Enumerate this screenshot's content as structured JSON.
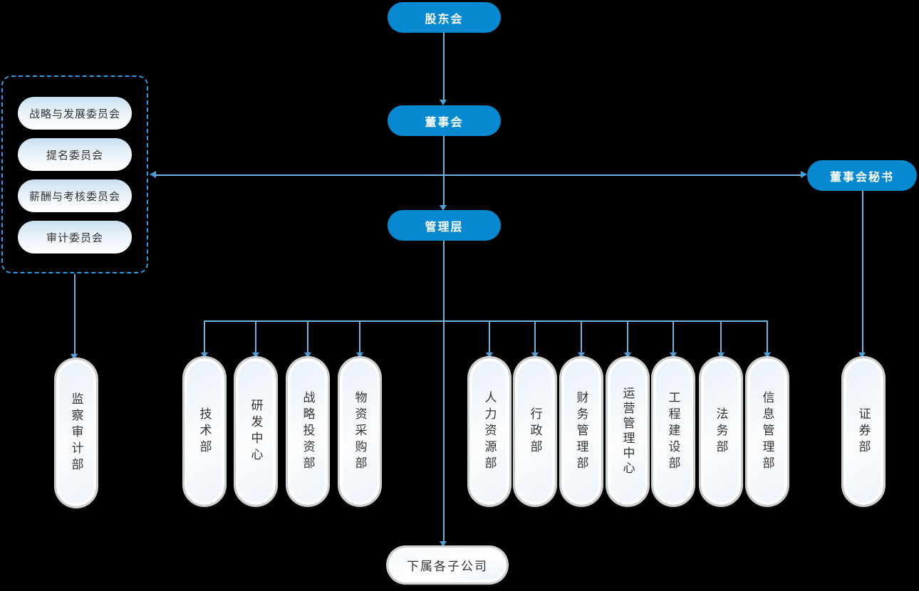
{
  "diagram": {
    "type": "org-chart",
    "nodes": {
      "shareholders": "股东会",
      "board": "董事会",
      "management": "管理层",
      "board_secretary": "董事会秘书",
      "subsidiaries": "下属各子公司"
    },
    "committees": [
      "战略与发展委员会",
      "提名委员会",
      "薪酬与考核委员会",
      "审计委员会"
    ],
    "departments": [
      "监察审计部",
      "技术部",
      "研发中心",
      "战略投资部",
      "物资采购部",
      "人力资源部",
      "行政部",
      "财务管理部",
      "运营管理中心",
      "工程建设部",
      "法务部",
      "信息管理部",
      "证券部"
    ],
    "edges": [
      "股东会 -> 董事会",
      "董事会 -> 管理层",
      "委员会组 <-> 董事会秘书 (double arrow through 董事会 line)",
      "委员会组 -> 监察审计部",
      "董事会秘书 -> 证券部",
      "管理层 -> 技术部/研发中心/战略投资部/物资采购部/人力资源部/行政部/财务管理部/运营管理中心/工程建设部/法务部/信息管理部",
      "管理层 -> 下属各子公司"
    ],
    "colors": {
      "node_blue": "#0689d1",
      "connector_blue": "#6fb3e2",
      "arrow_blue": "#4d9fd8",
      "dashed_border_blue": "#2e9ce6",
      "committee_gradient_top": "#c7dff0",
      "pill_text": "#333333",
      "background": "#000000"
    }
  }
}
